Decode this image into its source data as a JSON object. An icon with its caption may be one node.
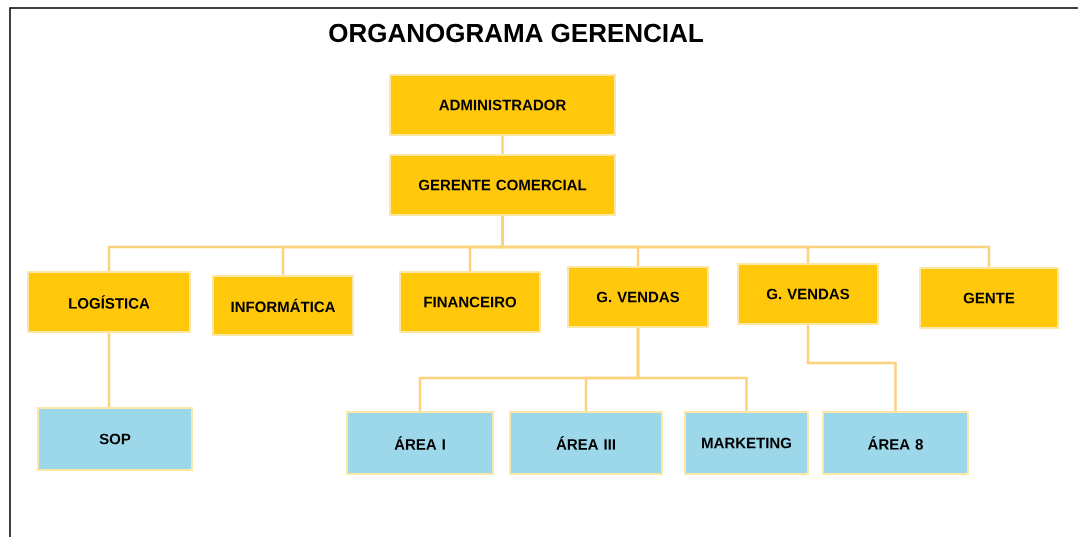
{
  "diagram": {
    "title": "ORGANOGRAMA GERENCIAL",
    "nodes": [
      {
        "text": [
          "ADMINISTRADOR"
        ]
      },
      {
        "text": [
          "GERENTE COMERCIAL"
        ]
      },
      {
        "text": [
          "LOGÍSTICA"
        ]
      },
      {
        "text": [
          "INFORMÁTICA"
        ]
      },
      {
        "text": [
          "FINANCEIRO"
        ]
      },
      {
        "text": [
          "G. VENDAS"
        ]
      },
      {
        "text": [
          "G. VENDAS"
        ]
      },
      {
        "text": [
          "GENTE"
        ]
      },
      {
        "text": [
          "SOP"
        ]
      },
      {
        "text": [
          "ÁREA I"
        ]
      },
      {
        "text": [
          "ÁREA III"
        ]
      },
      {
        "text": [
          "MARKETING"
        ]
      },
      {
        "text": [
          "ÁREA 8"
        ]
      }
    ],
    "edges": [
      {
        "from": 0,
        "to": 1,
        "arrow": "none"
      },
      {
        "from": 1,
        "to": 2,
        "arrow": "none"
      },
      {
        "from": 1,
        "to": 3,
        "arrow": "none"
      },
      {
        "from": 1,
        "to": 4,
        "arrow": "none"
      },
      {
        "from": 1,
        "to": 5,
        "arrow": "none"
      },
      {
        "from": 1,
        "to": 6,
        "arrow": "none"
      },
      {
        "from": 1,
        "to": 7,
        "arrow": "none"
      },
      {
        "from": 2,
        "to": 8,
        "arrow": "none"
      },
      {
        "from": 5,
        "to": 9,
        "arrow": "none"
      },
      {
        "from": 5,
        "to": 10,
        "arrow": "none"
      },
      {
        "from": 5,
        "to": 11,
        "arrow": "none"
      },
      {
        "from": 6,
        "to": 12,
        "arrow": "none"
      }
    ]
  }
}
